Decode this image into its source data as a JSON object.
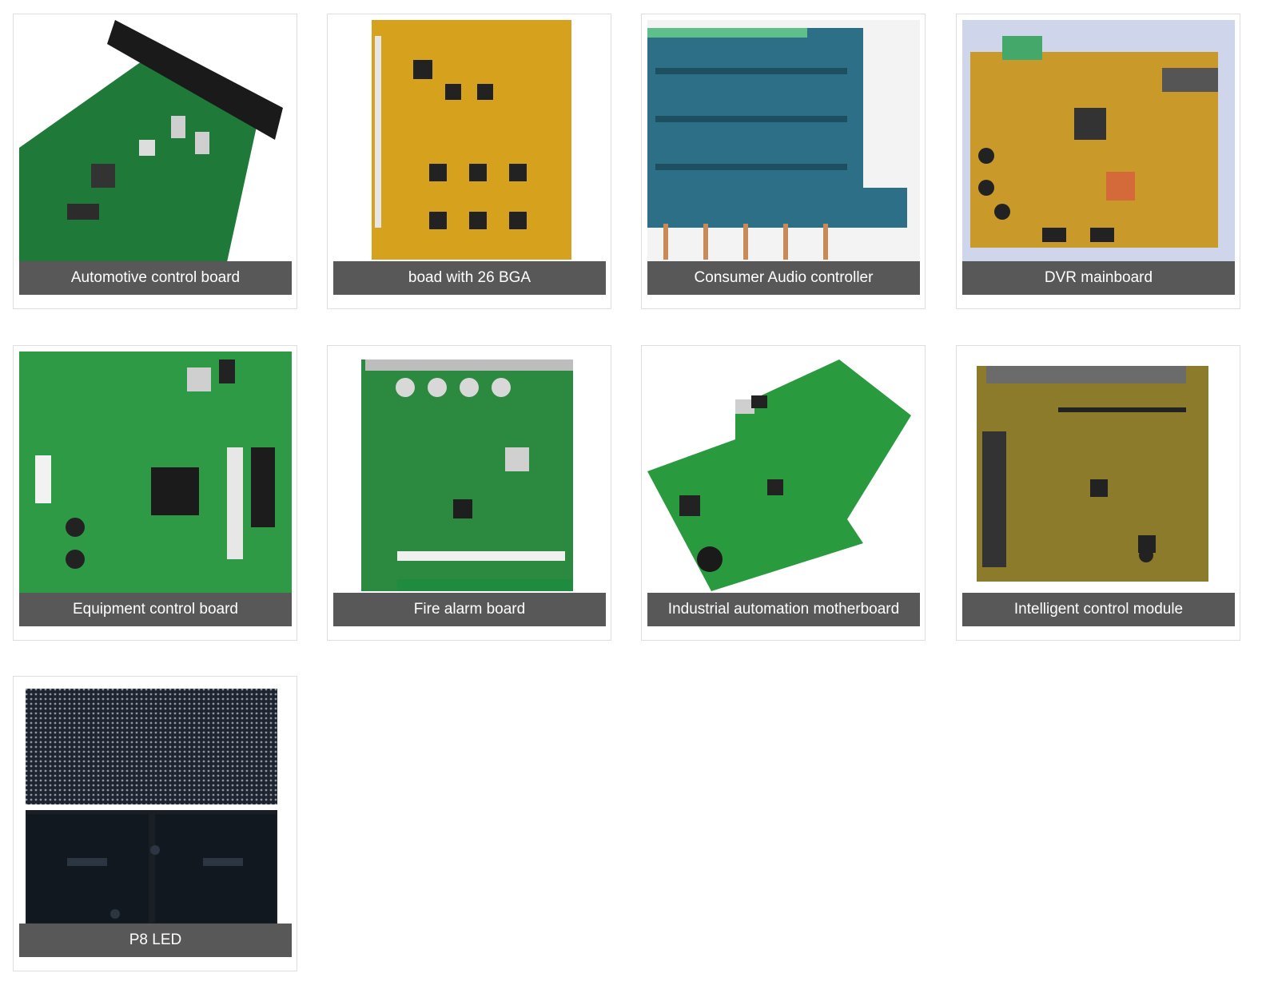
{
  "products": [
    {
      "caption": "Automotive control board",
      "board_color": "#1f7a3a",
      "icon": "pcb-photo"
    },
    {
      "caption": "boad with 26 BGA",
      "board_color": "#d6a21e",
      "icon": "pcb-photo"
    },
    {
      "caption": "Consumer Audio controller",
      "board_color": "#2d6f86",
      "icon": "pcb-photo"
    },
    {
      "caption": "DVR mainboard",
      "board_color": "#c99a2a",
      "icon": "pcb-photo"
    },
    {
      "caption": "Equipment control board",
      "board_color": "#2f9a45",
      "icon": "pcb-photo"
    },
    {
      "caption": "Fire alarm board",
      "board_color": "#2b8a40",
      "icon": "pcb-photo"
    },
    {
      "caption": "Industrial automation motherboard",
      "board_color": "#2a9a3e",
      "icon": "pcb-photo"
    },
    {
      "caption": "Intelligent control module",
      "board_color": "#8c7b2a",
      "icon": "pcb-photo"
    },
    {
      "caption": "P8 LED",
      "board_color": "#1e2630",
      "icon": "led-panel-photo"
    }
  ]
}
